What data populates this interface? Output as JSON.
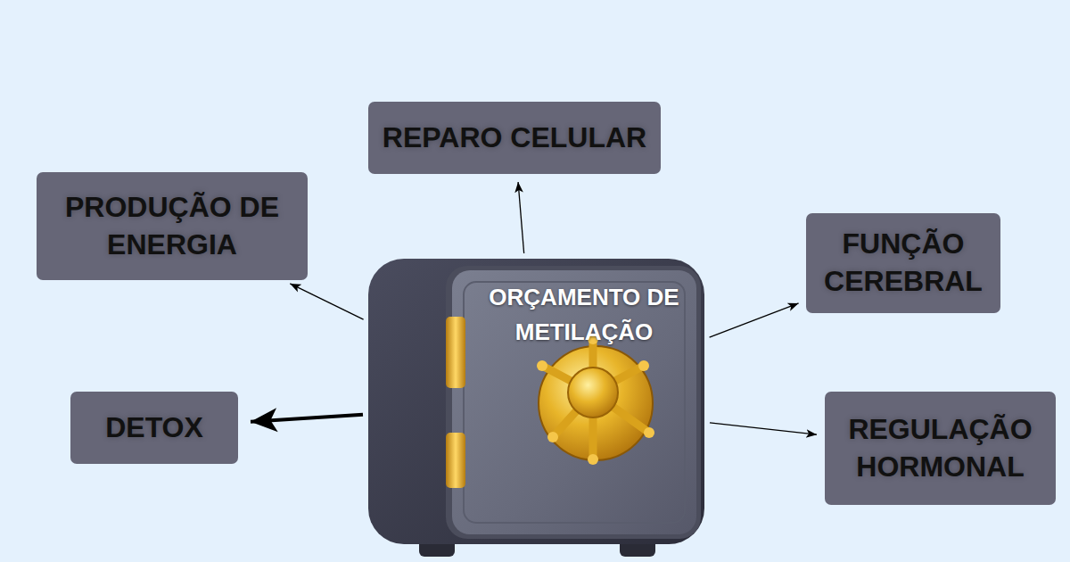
{
  "diagram": {
    "nodes": [
      {
        "text": [
          "REPARO CELULAR"
        ]
      },
      {
        "text": [
          "PRODUÇÃO DE ENERGIA"
        ]
      },
      {
        "text": [
          "FUNÇÃO CEREBRAL"
        ]
      },
      {
        "text": [
          "ORÇAMENTO DE METILAÇÃO"
        ]
      },
      {
        "text": [
          "DETOX"
        ]
      },
      {
        "text": [
          "REGULAÇÃO HORMONAL"
        ]
      }
    ],
    "edges": [
      {
        "from": 3,
        "to": 0,
        "arrow": "to"
      },
      {
        "from": 3,
        "to": 1,
        "arrow": "to"
      },
      {
        "from": 3,
        "to": 2,
        "arrow": "to"
      },
      {
        "from": 3,
        "to": 4,
        "arrow": "to"
      },
      {
        "from": 3,
        "to": 5,
        "arrow": "to"
      }
    ]
  }
}
